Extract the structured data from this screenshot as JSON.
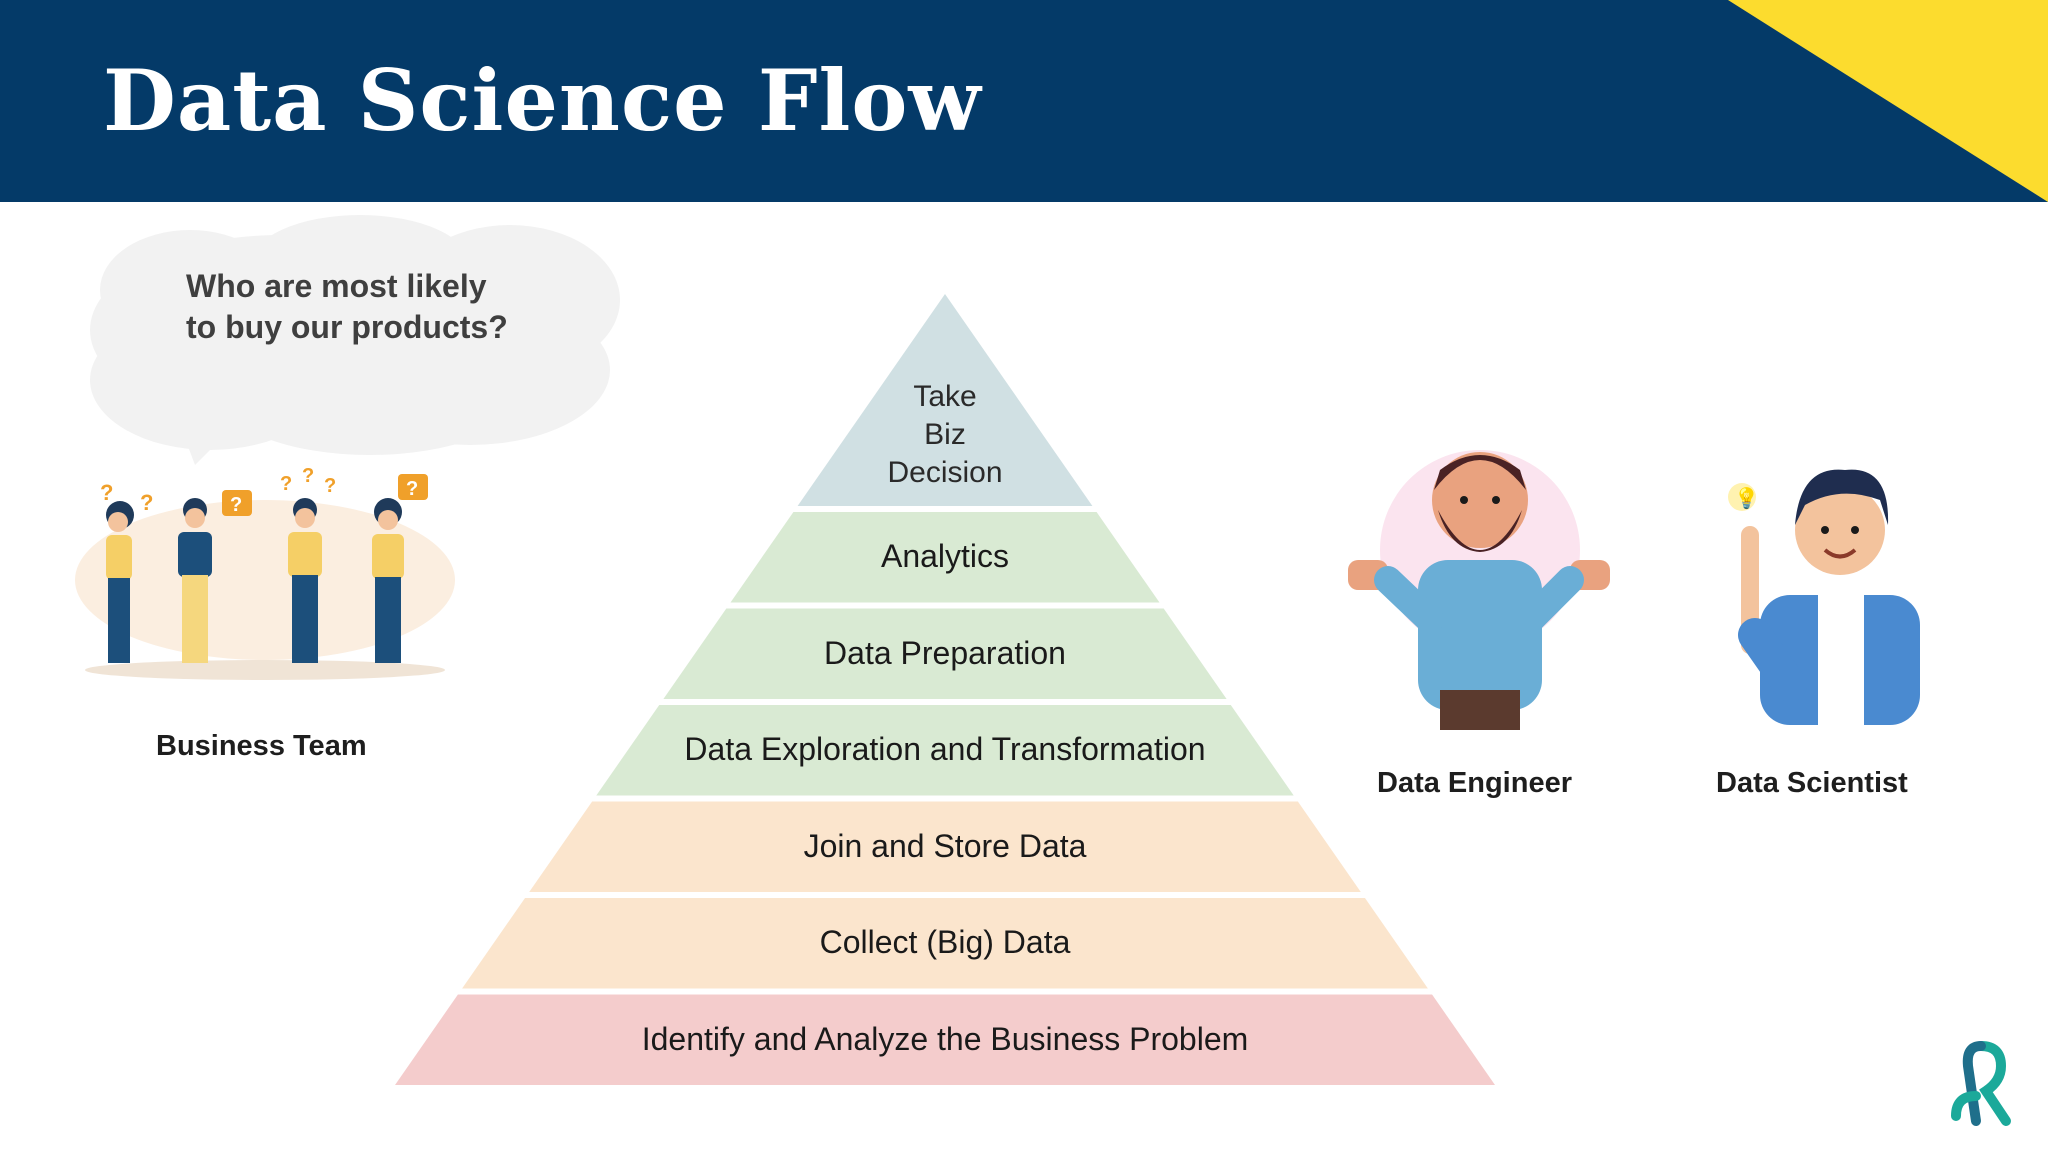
{
  "slide": {
    "title": "Data Science Flow"
  },
  "business_team": {
    "question": "Who are most likely to buy our products?",
    "label": "Business Team"
  },
  "pyramid": {
    "apex_lines": [
      "Take",
      "Biz",
      "Decision"
    ],
    "layers": [
      {
        "label": "Analytics",
        "color": "#d9ead3"
      },
      {
        "label": "Data Preparation",
        "color": "#d9ead3"
      },
      {
        "label": "Data Exploration and Transformation",
        "color": "#d9ead3"
      },
      {
        "label": "Join and Store Data",
        "color": "#fbe5cd"
      },
      {
        "label": "Collect (Big) Data",
        "color": "#fbe5cd"
      },
      {
        "label": "Identify and Analyze the Business Problem",
        "color": "#f4cccc"
      }
    ],
    "apex_color": "#d0e0e3"
  },
  "roles": {
    "engineer": "Data Engineer",
    "scientist": "Data Scientist"
  },
  "colors": {
    "header": "#043a68",
    "accent": "#fcdc2e",
    "logo": "#1ba99a"
  }
}
